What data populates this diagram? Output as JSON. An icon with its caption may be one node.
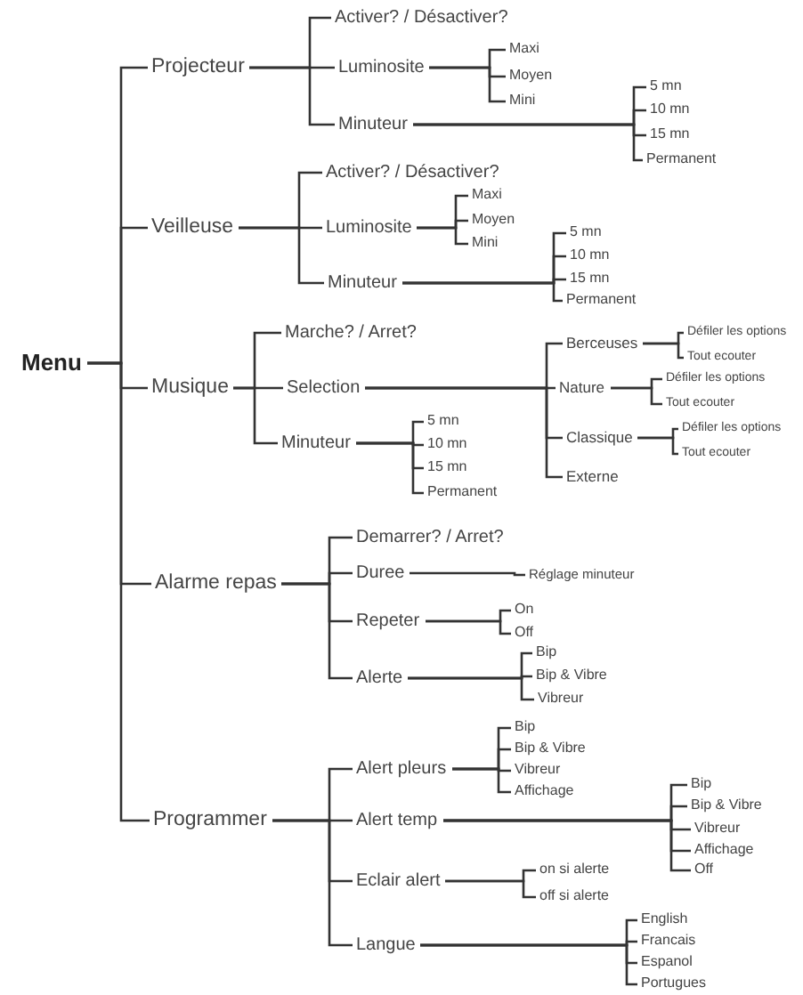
{
  "diagram": {
    "nodes": [
      {
        "text": [
          "Menu"
        ]
      },
      {
        "text": [
          "Projecteur"
        ]
      },
      {
        "text": [
          "Activer? / Désactiver?"
        ]
      },
      {
        "text": [
          "Luminosite"
        ]
      },
      {
        "text": [
          "Maxi"
        ]
      },
      {
        "text": [
          "Moyen"
        ]
      },
      {
        "text": [
          "Mini"
        ]
      },
      {
        "text": [
          "Minuteur"
        ]
      },
      {
        "text": [
          "5 mn"
        ]
      },
      {
        "text": [
          "10 mn"
        ]
      },
      {
        "text": [
          "15 mn"
        ]
      },
      {
        "text": [
          "Permanent"
        ]
      },
      {
        "text": [
          "Veilleuse"
        ]
      },
      {
        "text": [
          "Activer? / Désactiver?"
        ]
      },
      {
        "text": [
          "Luminosite"
        ]
      },
      {
        "text": [
          "Maxi"
        ]
      },
      {
        "text": [
          "Moyen"
        ]
      },
      {
        "text": [
          "Mini"
        ]
      },
      {
        "text": [
          "Minuteur"
        ]
      },
      {
        "text": [
          "5 mn"
        ]
      },
      {
        "text": [
          "10 mn"
        ]
      },
      {
        "text": [
          "15 mn"
        ]
      },
      {
        "text": [
          "Permanent"
        ]
      },
      {
        "text": [
          "Musique"
        ]
      },
      {
        "text": [
          "Marche? / Arret?"
        ]
      },
      {
        "text": [
          "Selection"
        ]
      },
      {
        "text": [
          "Minuteur"
        ]
      },
      {
        "text": [
          "5 mn"
        ]
      },
      {
        "text": [
          "10 mn"
        ]
      },
      {
        "text": [
          "15 mn"
        ]
      },
      {
        "text": [
          "Permanent"
        ]
      },
      {
        "text": [
          "Berceuses"
        ]
      },
      {
        "text": [
          "Défiler les options"
        ]
      },
      {
        "text": [
          "Tout ecouter"
        ]
      },
      {
        "text": [
          "Nature"
        ]
      },
      {
        "text": [
          "Défiler les options"
        ]
      },
      {
        "text": [
          "Tout ecouter"
        ]
      },
      {
        "text": [
          "Classique"
        ]
      },
      {
        "text": [
          "Défiler les options"
        ]
      },
      {
        "text": [
          "Tout ecouter"
        ]
      },
      {
        "text": [
          "Externe"
        ]
      },
      {
        "text": [
          "Alarme repas"
        ]
      },
      {
        "text": [
          "Demarrer? / Arret?"
        ]
      },
      {
        "text": [
          "Duree"
        ]
      },
      {
        "text": [
          "Réglage minuteur"
        ]
      },
      {
        "text": [
          "Repeter"
        ]
      },
      {
        "text": [
          "On"
        ]
      },
      {
        "text": [
          "Off"
        ]
      },
      {
        "text": [
          "Alerte"
        ]
      },
      {
        "text": [
          "Bip"
        ]
      },
      {
        "text": [
          "Bip & Vibre"
        ]
      },
      {
        "text": [
          "Vibreur"
        ]
      },
      {
        "text": [
          "Programmer"
        ]
      },
      {
        "text": [
          "Alert pleurs"
        ]
      },
      {
        "text": [
          "Bip"
        ]
      },
      {
        "text": [
          "Bip & Vibre"
        ]
      },
      {
        "text": [
          "Vibreur"
        ]
      },
      {
        "text": [
          "Affichage"
        ]
      },
      {
        "text": [
          "Alert temp"
        ]
      },
      {
        "text": [
          "Bip"
        ]
      },
      {
        "text": [
          "Bip & Vibre"
        ]
      },
      {
        "text": [
          "Vibreur"
        ]
      },
      {
        "text": [
          "Affichage"
        ]
      },
      {
        "text": [
          "Off"
        ]
      },
      {
        "text": [
          "Eclair alert"
        ]
      },
      {
        "text": [
          "on si alerte"
        ]
      },
      {
        "text": [
          "off si alerte"
        ]
      },
      {
        "text": [
          "Langue"
        ]
      },
      {
        "text": [
          "English"
        ]
      },
      {
        "text": [
          "Francais"
        ]
      },
      {
        "text": [
          "Espanol"
        ]
      },
      {
        "text": [
          "Portugues"
        ]
      }
    ],
    "edges": [
      {
        "from": 0,
        "to": 1,
        "arrow": "none"
      },
      {
        "from": 0,
        "to": 12,
        "arrow": "none"
      },
      {
        "from": 0,
        "to": 23,
        "arrow": "none"
      },
      {
        "from": 0,
        "to": 41,
        "arrow": "none"
      },
      {
        "from": 0,
        "to": 52,
        "arrow": "none"
      },
      {
        "from": 1,
        "to": 2,
        "arrow": "none"
      },
      {
        "from": 1,
        "to": 3,
        "arrow": "none"
      },
      {
        "from": 1,
        "to": 7,
        "arrow": "none"
      },
      {
        "from": 3,
        "to": 4,
        "arrow": "none"
      },
      {
        "from": 3,
        "to": 5,
        "arrow": "none"
      },
      {
        "from": 3,
        "to": 6,
        "arrow": "none"
      },
      {
        "from": 7,
        "to": 8,
        "arrow": "none"
      },
      {
        "from": 7,
        "to": 9,
        "arrow": "none"
      },
      {
        "from": 7,
        "to": 10,
        "arrow": "none"
      },
      {
        "from": 7,
        "to": 11,
        "arrow": "none"
      },
      {
        "from": 12,
        "to": 13,
        "arrow": "none"
      },
      {
        "from": 12,
        "to": 14,
        "arrow": "none"
      },
      {
        "from": 12,
        "to": 18,
        "arrow": "none"
      },
      {
        "from": 14,
        "to": 15,
        "arrow": "none"
      },
      {
        "from": 14,
        "to": 16,
        "arrow": "none"
      },
      {
        "from": 14,
        "to": 17,
        "arrow": "none"
      },
      {
        "from": 18,
        "to": 19,
        "arrow": "none"
      },
      {
        "from": 18,
        "to": 20,
        "arrow": "none"
      },
      {
        "from": 18,
        "to": 21,
        "arrow": "none"
      },
      {
        "from": 18,
        "to": 22,
        "arrow": "none"
      },
      {
        "from": 23,
        "to": 24,
        "arrow": "none"
      },
      {
        "from": 23,
        "to": 25,
        "arrow": "none"
      },
      {
        "from": 23,
        "to": 26,
        "arrow": "none"
      },
      {
        "from": 26,
        "to": 27,
        "arrow": "none"
      },
      {
        "from": 26,
        "to": 28,
        "arrow": "none"
      },
      {
        "from": 26,
        "to": 29,
        "arrow": "none"
      },
      {
        "from": 26,
        "to": 30,
        "arrow": "none"
      },
      {
        "from": 25,
        "to": 31,
        "arrow": "none"
      },
      {
        "from": 25,
        "to": 34,
        "arrow": "none"
      },
      {
        "from": 25,
        "to": 37,
        "arrow": "none"
      },
      {
        "from": 25,
        "to": 40,
        "arrow": "none"
      },
      {
        "from": 31,
        "to": 32,
        "arrow": "none"
      },
      {
        "from": 31,
        "to": 33,
        "arrow": "none"
      },
      {
        "from": 34,
        "to": 35,
        "arrow": "none"
      },
      {
        "from": 34,
        "to": 36,
        "arrow": "none"
      },
      {
        "from": 37,
        "to": 38,
        "arrow": "none"
      },
      {
        "from": 37,
        "to": 39,
        "arrow": "none"
      },
      {
        "from": 41,
        "to": 42,
        "arrow": "none"
      },
      {
        "from": 41,
        "to": 43,
        "arrow": "none"
      },
      {
        "from": 41,
        "to": 45,
        "arrow": "none"
      },
      {
        "from": 41,
        "to": 48,
        "arrow": "none"
      },
      {
        "from": 43,
        "to": 44,
        "arrow": "none"
      },
      {
        "from": 45,
        "to": 46,
        "arrow": "none"
      },
      {
        "from": 45,
        "to": 47,
        "arrow": "none"
      },
      {
        "from": 48,
        "to": 49,
        "arrow": "none"
      },
      {
        "from": 48,
        "to": 50,
        "arrow": "none"
      },
      {
        "from": 48,
        "to": 51,
        "arrow": "none"
      },
      {
        "from": 52,
        "to": 53,
        "arrow": "none"
      },
      {
        "from": 52,
        "to": 58,
        "arrow": "none"
      },
      {
        "from": 52,
        "to": 64,
        "arrow": "none"
      },
      {
        "from": 52,
        "to": 67,
        "arrow": "none"
      },
      {
        "from": 53,
        "to": 54,
        "arrow": "none"
      },
      {
        "from": 53,
        "to": 55,
        "arrow": "none"
      },
      {
        "from": 53,
        "to": 56,
        "arrow": "none"
      },
      {
        "from": 53,
        "to": 57,
        "arrow": "none"
      },
      {
        "from": 58,
        "to": 59,
        "arrow": "none"
      },
      {
        "from": 58,
        "to": 60,
        "arrow": "none"
      },
      {
        "from": 58,
        "to": 61,
        "arrow": "none"
      },
      {
        "from": 58,
        "to": 62,
        "arrow": "none"
      },
      {
        "from": 58,
        "to": 63,
        "arrow": "none"
      },
      {
        "from": 64,
        "to": 65,
        "arrow": "none"
      },
      {
        "from": 64,
        "to": 66,
        "arrow": "none"
      },
      {
        "from": 67,
        "to": 68,
        "arrow": "none"
      },
      {
        "from": 67,
        "to": 69,
        "arrow": "none"
      },
      {
        "from": 67,
        "to": 70,
        "arrow": "none"
      },
      {
        "from": 67,
        "to": 71,
        "arrow": "none"
      }
    ]
  }
}
